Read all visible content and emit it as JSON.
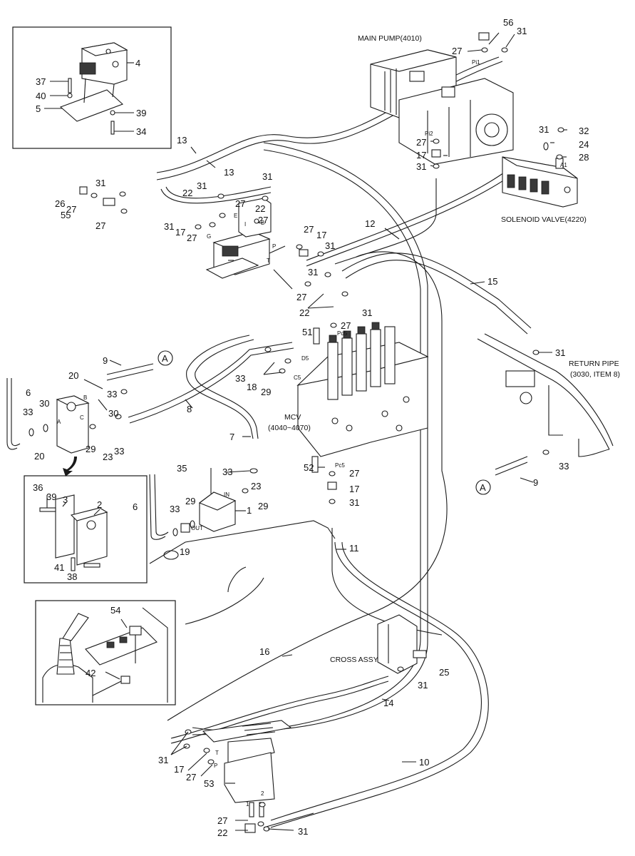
{
  "labels": {
    "main_pump": "MAIN PUMP(4010)",
    "solenoid_valve": "SOLENOID VALVE(4220)",
    "return_pipe_1": "RETURN PIPE",
    "return_pipe_2": "(3030, ITEM 8)",
    "mcv_1": "MCV",
    "mcv_2": "(4040~4070)",
    "cross_assy": "CROSS ASSY"
  },
  "ports": {
    "pi1": "Pi1",
    "pi2": "Pi2",
    "a1": "A1",
    "pd5": "Pd5",
    "d5": "D5",
    "c5": "C5",
    "pc5": "Pc5",
    "p": "P",
    "t": "T",
    "g": "G",
    "e": "E",
    "b": "B",
    "i": "I",
    "in": "IN",
    "out": "OUT",
    "ab": "A",
    "bb": "B",
    "cb": "C",
    "p1": "1",
    "p2": "2",
    "pt": "T",
    "pp": "P"
  },
  "callouts": {
    "a": "A"
  },
  "parts": {
    "n56": "56",
    "n31a": "31",
    "n27a": "27",
    "n32": "32",
    "n31b": "31",
    "n24": "24",
    "n28": "28",
    "n27b": "27",
    "n17a": "17",
    "n31c": "31",
    "n4": "4",
    "n37": "37",
    "n40": "40",
    "n5": "5",
    "n39a": "39",
    "n34": "34",
    "n13a": "13",
    "n13b": "13",
    "n12": "12",
    "n31d": "31",
    "n26": "26",
    "n27c": "27",
    "n55": "55",
    "n27d": "27",
    "n31e": "31",
    "n22a": "22",
    "n27e": "27",
    "n22b": "22",
    "n27f": "27",
    "n31f": "31",
    "n17b": "17",
    "n27g": "27",
    "n31g": "31",
    "n27h": "27",
    "n17c": "17",
    "n31h": "31",
    "n31i": "31",
    "n15": "15",
    "n27i": "27",
    "n22c": "22",
    "n31j": "31",
    "n27j": "27",
    "n51": "51",
    "n31k": "31",
    "n9a": "9",
    "n20a": "20",
    "n33a": "33",
    "n30a": "30",
    "n8": "8",
    "n33b": "33",
    "n18": "18",
    "n29a": "29",
    "n6a": "6",
    "n33c": "33",
    "n30b": "30",
    "n20b": "20",
    "n29b": "29",
    "n23a": "23",
    "n33d": "33",
    "n7": "7",
    "n52": "52",
    "n27k": "27",
    "n17d": "17",
    "n31l": "31",
    "n33e": "33",
    "n9b": "9",
    "n35": "35",
    "n33f": "33",
    "n23b": "23",
    "n29c": "29",
    "n6b": "6",
    "n33g": "33",
    "n29d": "29",
    "n1": "1",
    "n19": "19",
    "n36": "36",
    "n39b": "39",
    "n3": "3",
    "n2": "2",
    "n41": "41",
    "n38": "38",
    "n11": "11",
    "n54": "54",
    "n42": "42",
    "n16": "16",
    "n25": "25",
    "n31m": "31",
    "n14": "14",
    "n10": "10",
    "n31n": "31",
    "n17e": "17",
    "n27l": "27",
    "n53": "53",
    "n27m": "27",
    "n22d": "22",
    "n31o": "31"
  }
}
